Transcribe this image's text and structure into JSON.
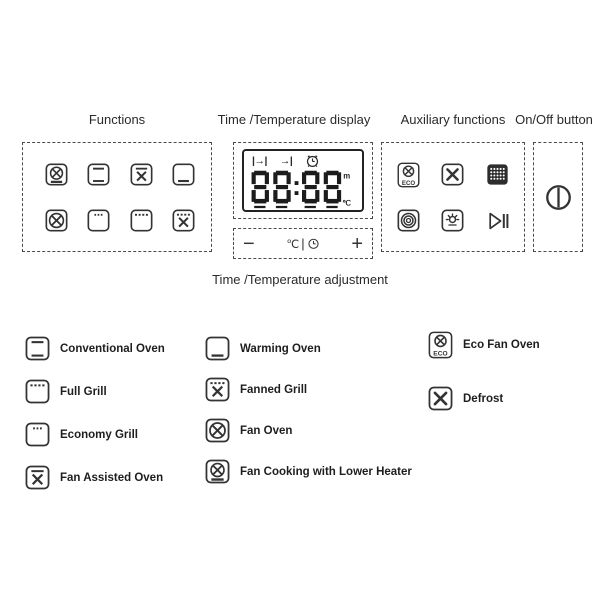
{
  "colors": {
    "ink": "#333333",
    "text": "#222222",
    "digit": "#1c1c1c",
    "background": "#ffffff"
  },
  "headers": {
    "functions": "Functions",
    "display": "Time /Temperature  display",
    "auxiliary": "Auxiliary functions",
    "power": "On/Off button",
    "adjustment": "Time /Temperature  adjustment"
  },
  "functions_panel": {
    "buttons": [
      {
        "icon": "fan-cooking-with-lower-heater-icon"
      },
      {
        "icon": "conventional-oven-icon"
      },
      {
        "icon": "fan-assisted-oven-icon"
      },
      {
        "icon": "warming-oven-icon"
      },
      {
        "icon": "fan-oven-icon"
      },
      {
        "icon": "economy-grill-icon"
      },
      {
        "icon": "full-grill-icon"
      },
      {
        "icon": "fanned-grill-icon"
      }
    ]
  },
  "display_panel": {
    "markers": {
      "duration": "|→|",
      "end_time": "→|",
      "alarm": "alarm-clock-icon"
    },
    "value": "88:88",
    "minutes_unit": "m",
    "temperature_unit": "℃"
  },
  "adjustment_panel": {
    "minus": "−",
    "temperature_symbol": "℃",
    "separator": "|",
    "clock_icon": "clock-icon",
    "plus": "+"
  },
  "auxiliary_panel": {
    "buttons": [
      {
        "icon": "eco-fan-oven-icon",
        "text": "ECO"
      },
      {
        "icon": "defrost-icon"
      },
      {
        "icon": "keypad-grid-icon"
      },
      {
        "icon": "ring-element-icon"
      },
      {
        "icon": "oven-light-icon"
      },
      {
        "icon": "start-pause-icon"
      }
    ]
  },
  "power_panel": {
    "icon": "power-icon"
  },
  "legend": {
    "columns": [
      {
        "items": [
          {
            "icon": "conventional-oven-icon",
            "label": "Conventional Oven"
          },
          {
            "icon": "full-grill-icon",
            "label": "Full Grill"
          },
          {
            "icon": "economy-grill-icon",
            "label": "Economy Grill"
          },
          {
            "icon": "fan-assisted-oven-icon",
            "label": "Fan Assisted Oven"
          }
        ]
      },
      {
        "items": [
          {
            "icon": "warming-oven-icon",
            "label": "Warming Oven"
          },
          {
            "icon": "fanned-grill-icon",
            "label": "Fanned Grill"
          },
          {
            "icon": "fan-oven-icon",
            "label": "Fan Oven"
          },
          {
            "icon": "fan-cooking-with-lower-heater-icon",
            "label": "Fan Cooking with Lower Heater"
          }
        ]
      },
      {
        "items": [
          {
            "icon": "eco-fan-oven-icon",
            "label": "Eco Fan Oven",
            "text": "ECO"
          },
          {
            "icon": "defrost-icon",
            "label": "Defrost"
          }
        ]
      }
    ]
  }
}
